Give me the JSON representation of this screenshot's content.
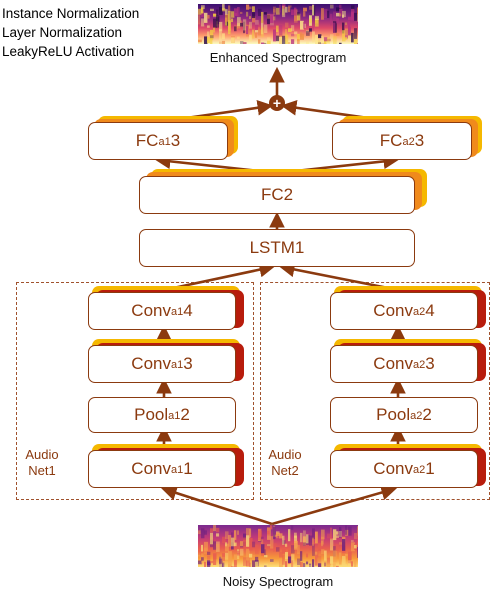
{
  "legend": [
    "Instance Normalization",
    "Layer Normalization",
    "LeakyReLU Activation"
  ],
  "enhanced_label": "Enhanced Spectrogram",
  "noisy_label": "Noisy Spectrogram",
  "merge_symbol": "+",
  "colors": {
    "accent": "#8b3a0f",
    "layer_yellow": "#f5b800",
    "layer_orange": "#f08a1c",
    "layer_red": "#b81c0c"
  },
  "nodes": {
    "fc_a1_3": {
      "pre": "FC",
      "sub": "a1",
      "post": "3"
    },
    "fc_a2_3": {
      "pre": "FC",
      "sub": "a2",
      "post": "3"
    },
    "fc2": {
      "pre": "FC2",
      "sub": "",
      "post": ""
    },
    "lstm1": {
      "pre": "LSTM1",
      "sub": "",
      "post": ""
    },
    "conv_a1_4": {
      "pre": "Conv",
      "sub": "a1",
      "post": "4"
    },
    "conv_a1_3": {
      "pre": "Conv",
      "sub": "a1",
      "post": "3"
    },
    "pool_a1_2": {
      "pre": "Pool",
      "sub": "a1",
      "post": "2"
    },
    "conv_a1_1": {
      "pre": "Conv",
      "sub": "a1",
      "post": "1"
    },
    "conv_a2_4": {
      "pre": "Conv",
      "sub": "a2",
      "post": "4"
    },
    "conv_a2_3": {
      "pre": "Conv",
      "sub": "a2",
      "post": "3"
    },
    "pool_a2_2": {
      "pre": "Pool",
      "sub": "a2",
      "post": "2"
    },
    "conv_a2_1": {
      "pre": "Conv",
      "sub": "a2",
      "post": "1"
    }
  },
  "groups": {
    "left": {
      "line1": "Audio",
      "line2": "Net1"
    },
    "right": {
      "line1": "Audio",
      "line2": "Net2"
    }
  }
}
